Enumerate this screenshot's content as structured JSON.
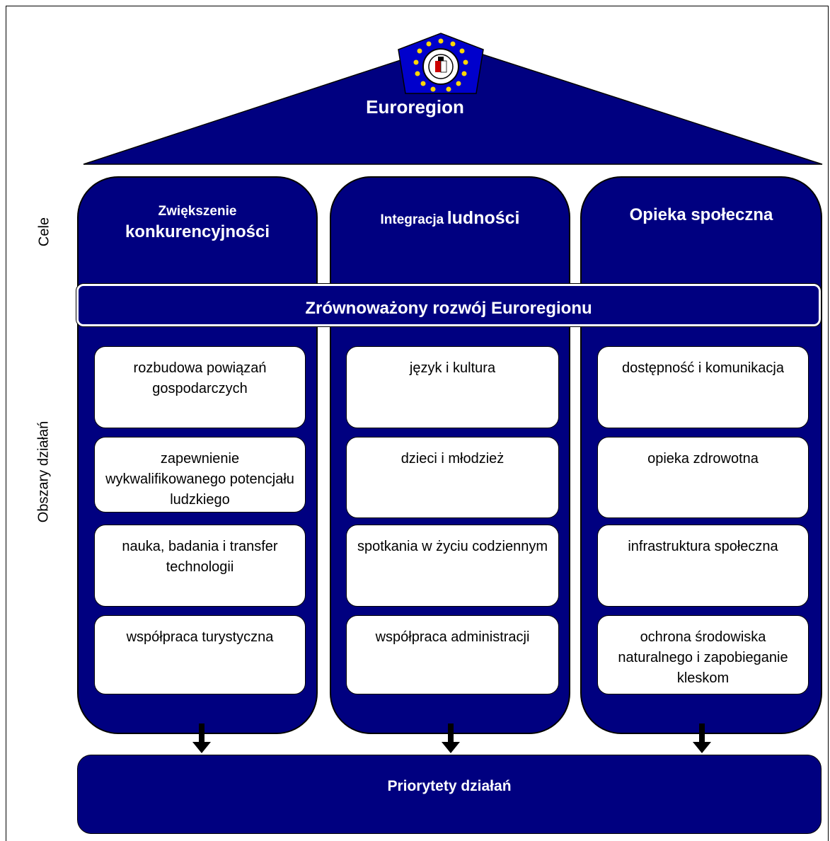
{
  "roof": {
    "title": "Euroregion",
    "logo_icon": "euroregion-emblem-stars"
  },
  "side_labels": {
    "goals": "Cele",
    "areas": "Obszary działań"
  },
  "pillars": [
    {
      "title_line1": "Zwiększenie",
      "title_line2": "konkurencyjności",
      "cards": [
        "rozbudowa powiązań gospodarczych",
        "zapewnienie wykwalifikowanego potencjału ludzkiego",
        "nauka, badania i transfer technologii",
        "współpraca turystyczna"
      ]
    },
    {
      "title_part1": "Integracja",
      "title_part2": "ludności",
      "cards": [
        "język i kultura",
        "dzieci i młodzież",
        "spotkania w życiu codziennym",
        "współpraca administracji"
      ]
    },
    {
      "title": "Opieka społeczna",
      "cards": [
        "dostępność i komunikacja",
        "opieka zdrowotna",
        "infrastruktura społeczna",
        "ochrona środowiska naturalnego i zapobieganie kleskom"
      ]
    }
  ],
  "band": {
    "label": "Zrównoważony rozwój Euroregionu"
  },
  "priorities": {
    "label": "Priorytety działań"
  },
  "colors": {
    "navy": "#000080",
    "white": "#ffffff",
    "gold": "#ffd700",
    "red": "#cc0000"
  }
}
